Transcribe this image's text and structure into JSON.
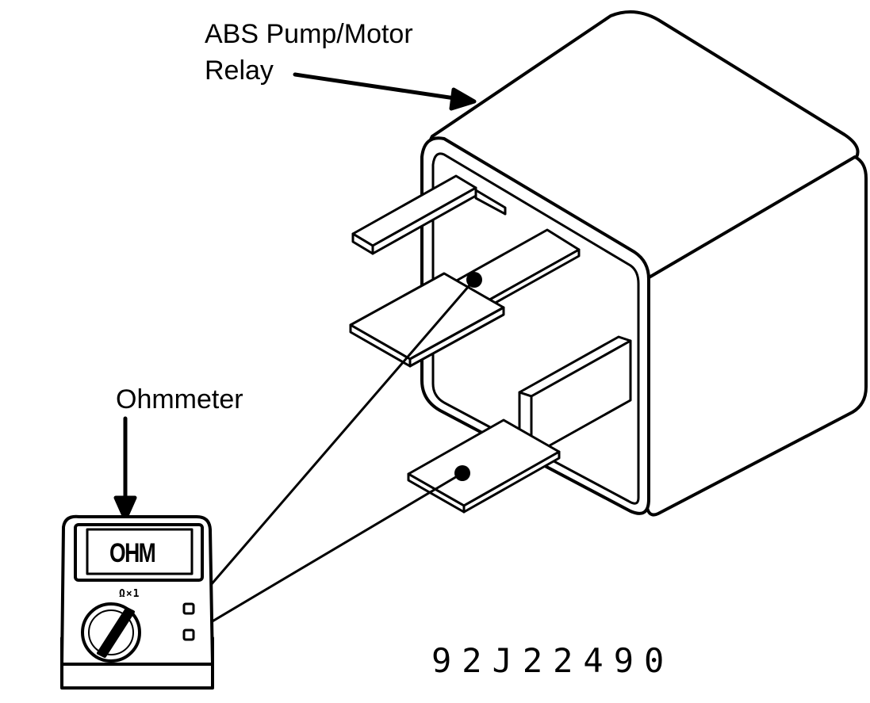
{
  "labels": {
    "relay_line1": "ABS Pump/Motor",
    "relay_line2": "Relay",
    "ohmmeter": "Ohmmeter",
    "figure_code": "92J22490"
  },
  "ohmmeter": {
    "display": "OHM",
    "dial_marks": "Ω×1"
  },
  "colors": {
    "ink": "#000000",
    "paper": "#ffffff",
    "relay_body": "#ffffff"
  }
}
